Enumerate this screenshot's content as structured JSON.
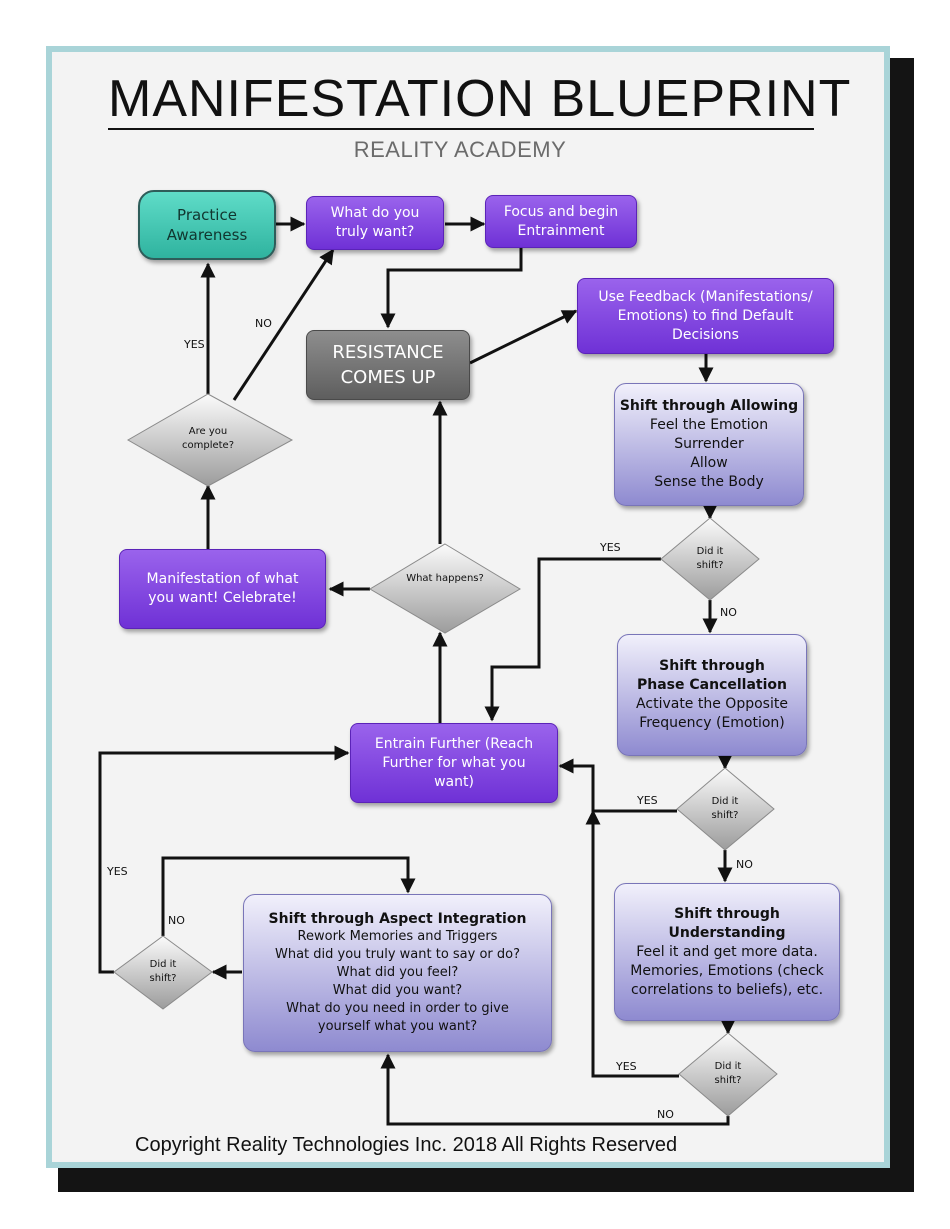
{
  "header": {
    "title": "MANIFESTATION BLUEPRINT",
    "subtitle": "REALITY ACADEMY"
  },
  "nodes": {
    "practice": "Practice Awareness",
    "truly_want": "What do you truly want?",
    "focus": "Focus and begin Entrainment",
    "resistance": "RESISTANCE COMES UP",
    "feedback": "Use Feedback (Manifestations/ Emotions) to find Default Decisions",
    "allowing": {
      "head": "Shift through Allowing",
      "lines": [
        "Feel the Emotion",
        "Surrender",
        "Allow",
        "Sense the Body"
      ]
    },
    "phase": {
      "head": "Shift through Phase Cancellation",
      "lines": [
        "Activate the Opposite Frequency (Emotion)"
      ]
    },
    "understanding": {
      "head": "Shift through Understanding",
      "lines": [
        "Feel it and get more data. Memories, Emotions (check correlations to beliefs), etc."
      ]
    },
    "aspect": {
      "head": "Shift through Aspect Integration",
      "lines": [
        "Rework Memories and Triggers",
        "What did you truly want to say or do?",
        "What did you feel?",
        "What did you want?",
        "What do you need in order to give yourself what you want?"
      ]
    },
    "entrain": "Entrain Further (Reach Further for what you want)",
    "manifestation": "Manifestation of what you want! Celebrate!"
  },
  "decisions": {
    "complete": "Are you complete?",
    "happens": "What happens?",
    "shift1": "Did it shift?",
    "shift2": "Did it shift?",
    "shift3": "Did it shift?",
    "shift4": "Did it shift?"
  },
  "edge_labels": {
    "complete_yes": "YES",
    "complete_no": "NO",
    "shift1_yes": "YES",
    "shift1_no": "NO",
    "shift2_yes": "YES",
    "shift2_no": "NO",
    "shift3_yes": "YES",
    "shift3_no": "NO",
    "shift4_yes": "YES",
    "shift4_no": "NO"
  },
  "footer": {
    "copyright": "Copyright Reality Technologies Inc. 2018 All Rights Reserved"
  },
  "colors": {
    "frame_border": "#a9d4d8",
    "purple": "#7a3ce0",
    "lavender": "#a9a6e0",
    "teal": "#3cc8b4",
    "gray": "#777777"
  }
}
